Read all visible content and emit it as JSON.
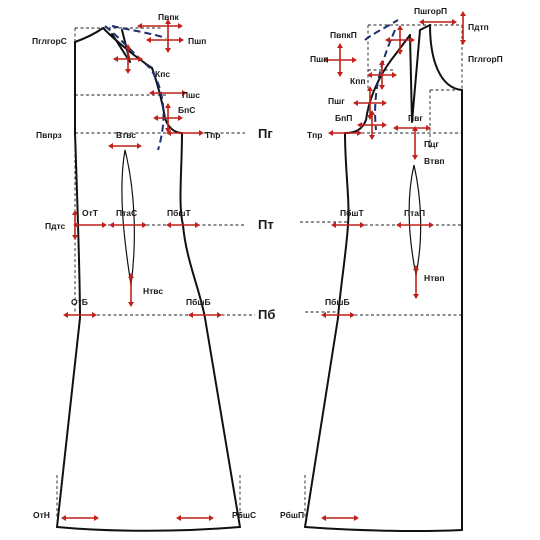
{
  "figure": {
    "levels": {
      "chest": "Пг",
      "waist": "Пт",
      "hip": "Пб"
    },
    "back_labels": {
      "shoulder_neck_height": "ПглгорС",
      "back_neck_width": "Пвпк",
      "shoulder_width": "Пшп",
      "shoulder_slope": "Кпс",
      "back_width": "Пшс",
      "shoulder_blade_dart": "БпС",
      "armhole_depth": "Пвпрз",
      "back_waist_dart_top": "Втвс",
      "side_ease": "Тпр",
      "back_length": "Пдтс",
      "waist_back": "ОтТ",
      "back_dart_waist": "ПтаС",
      "waist_side": "ПбшТ",
      "back_dart_bottom": "Нтвс",
      "hip_back": "ОтБ",
      "hip_side": "ПбшБ",
      "hem_back": "ОтН",
      "hem_side": "РбшС"
    },
    "front_labels": {
      "shoulder_neck_height": "ПшгорП",
      "front_length": "Пдтп",
      "front_neck_height": "ПглгорП",
      "front_neck_width": "ПвпкП",
      "shoulder_width": "Пшп",
      "shoulder_slope": "Кпп",
      "chest_width": "Пшг",
      "bust_dart": "БпП",
      "bust_height": "Пвг",
      "side_ease": "Тпр",
      "bust_center": "Пцг",
      "front_dart_top": "Втвп",
      "waist_side": "ПбшТ",
      "front_dart_waist": "ПтаП",
      "front_dart_bottom": "Нтвп",
      "hip_side": "ПбшБ",
      "hem_side": "РбшП"
    }
  }
}
